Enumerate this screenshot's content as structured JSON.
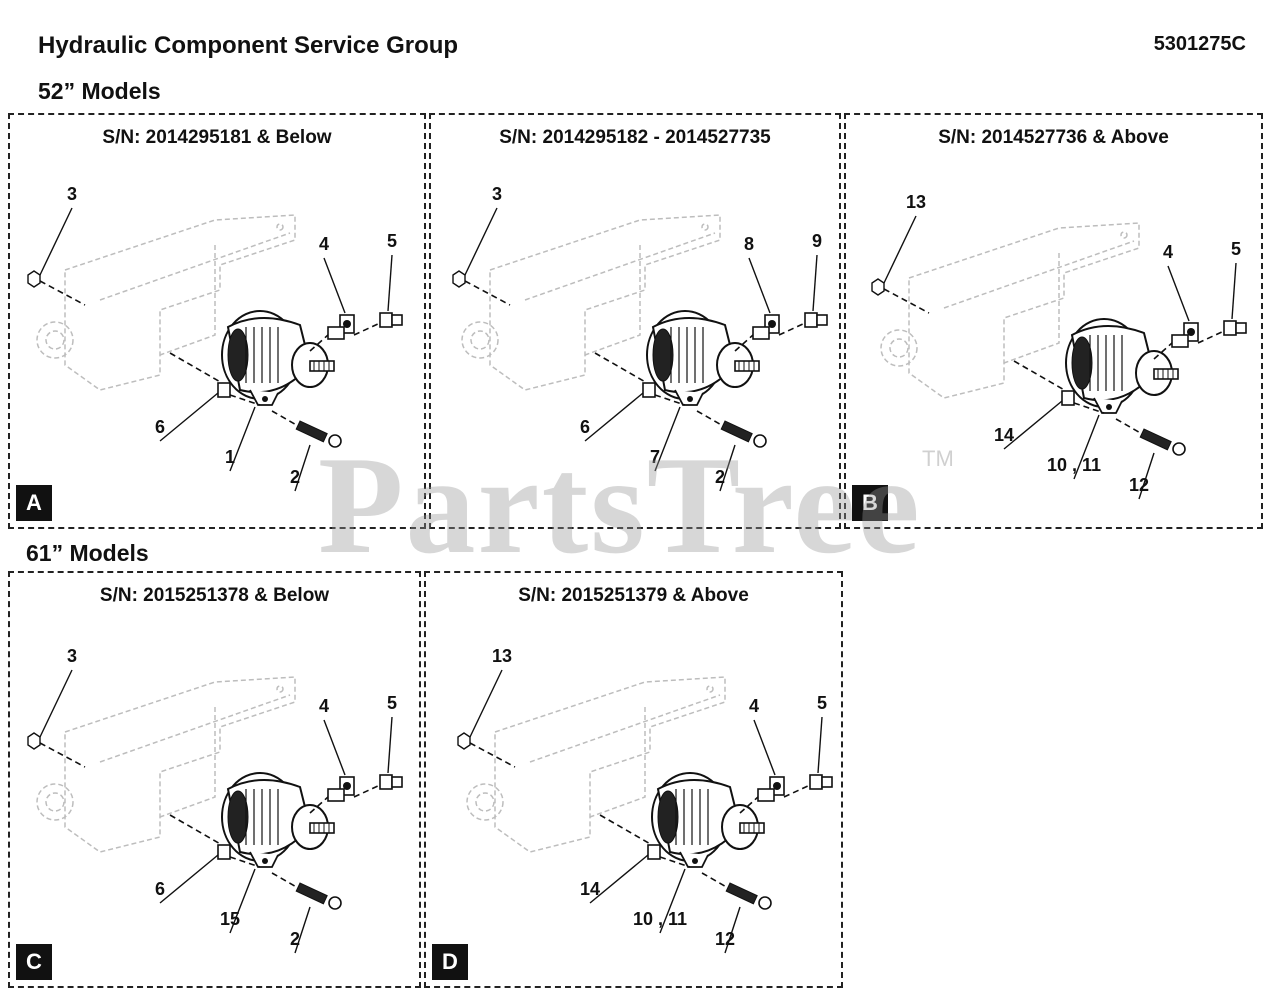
{
  "header": {
    "title": "Hydraulic Component Service Group",
    "code": "5301275C"
  },
  "sections": {
    "s52": "52” Models",
    "s61": "61” Models"
  },
  "watermark": {
    "text": "PartsTree",
    "tm": "TM"
  },
  "panels": [
    {
      "title": "S/N: 2014295181 & Below",
      "badge": "A",
      "callouts": {
        "nut": "3",
        "elbow": "4",
        "straight": "5",
        "spacer": "6",
        "pump": "1",
        "bolt": "2"
      }
    },
    {
      "title": "S/N: 2014295182 - 2014527735",
      "badge": "",
      "callouts": {
        "nut": "3",
        "elbow": "8",
        "straight": "9",
        "spacer": "6",
        "pump": "7",
        "bolt": "2"
      }
    },
    {
      "title": "S/N: 2014527736 & Above",
      "badge": "B",
      "callouts": {
        "nut": "13",
        "elbow": "4",
        "straight": "5",
        "spacer": "14",
        "pump": "10 , 11",
        "bolt": "12"
      }
    },
    {
      "title": "S/N: 2015251378 & Below",
      "badge": "C",
      "callouts": {
        "nut": "3",
        "elbow": "4",
        "straight": "5",
        "spacer": "6",
        "pump": "15",
        "bolt": "2"
      }
    },
    {
      "title": "S/N: 2015251379 & Above",
      "badge": "D",
      "callouts": {
        "nut": "13",
        "elbow": "4",
        "straight": "5",
        "spacer": "14",
        "pump": "10 , 11",
        "bolt": "12"
      }
    }
  ]
}
